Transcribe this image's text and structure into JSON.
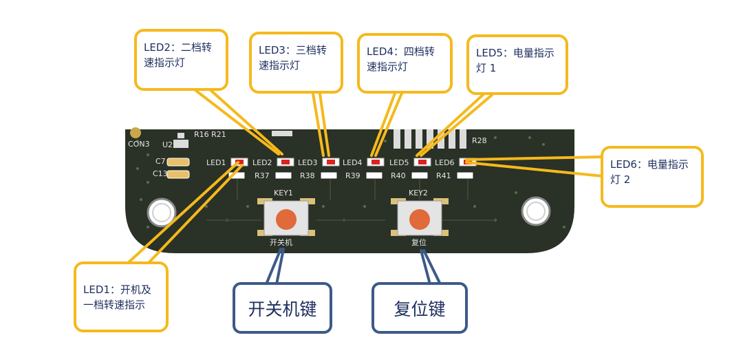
{
  "colors": {
    "callout_border": "#f5b91c",
    "key_border": "#3c5a8a",
    "pcb": "#2a3126",
    "led": "#dd2222",
    "button": "#e06a3a"
  },
  "board": {
    "connector_label": "CON3",
    "u2_label": "U2",
    "c7_label": "C7",
    "c13_label": "C13",
    "r16_label": "R16 R21",
    "r28_label": "R28",
    "led_labels": [
      "LED1",
      "LED2",
      "LED3",
      "LED4",
      "LED5",
      "LED6"
    ],
    "resistor_labels": [
      "R37",
      "R38",
      "R39",
      "R40",
      "R41"
    ],
    "key1_label": "KEY1",
    "key2_label": "KEY2",
    "key1_silk": "开关机",
    "key2_silk": "复位"
  },
  "callouts": {
    "led1": "LED1：开机及\n一档转速指示",
    "led2": "LED2：二档转\n速指示灯",
    "led3": "LED3：三档转\n速指示灯",
    "led4": "LED4：四档转\n速指示灯",
    "led5": "LED5：电量指示\n灯 1",
    "led6": "LED6：电量指示\n灯 2"
  },
  "keys": {
    "power": "开关机键",
    "reset": "复位键"
  }
}
